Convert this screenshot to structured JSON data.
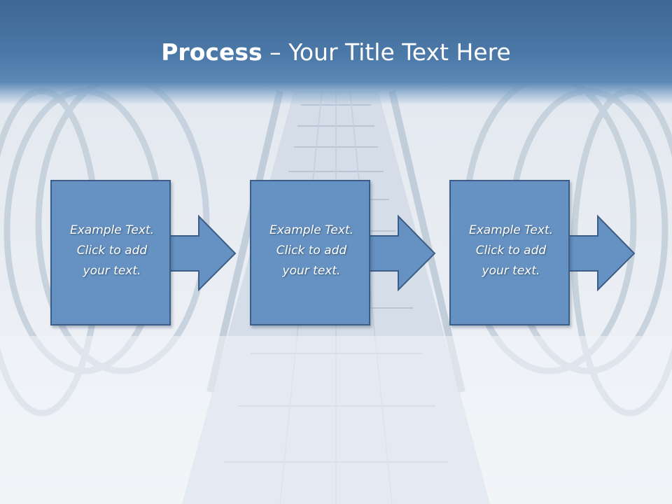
{
  "slide": {
    "title_bold": "Process",
    "title_rest": " – Your Title Text Here"
  },
  "steps": [
    {
      "text_lines": [
        "Example Text.",
        "Click  to add",
        "your text."
      ]
    },
    {
      "text_lines": [
        "Example Text.",
        "Click  to add",
        "your text."
      ]
    },
    {
      "text_lines": [
        "Example Text.",
        "Click  to add",
        "your text."
      ]
    }
  ],
  "colors": {
    "title_bar": "#4c7aa9",
    "box_fill": "#6592c2",
    "box_border": "#3c5e86",
    "text": "#ffffff"
  }
}
